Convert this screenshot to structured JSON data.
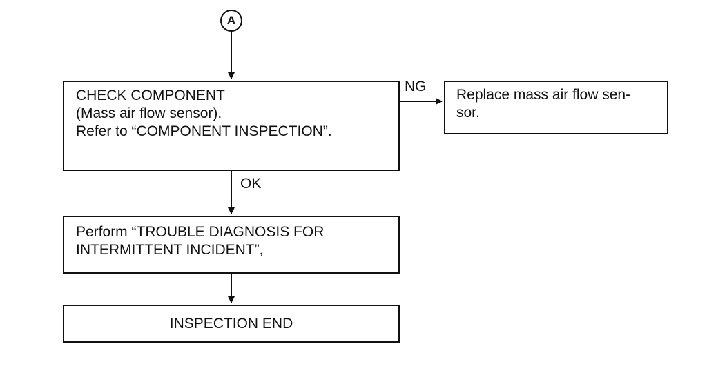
{
  "connector": {
    "label": "A"
  },
  "boxes": {
    "check_component": {
      "lines": [
        "CHECK COMPONENT",
        "(Mass air flow sensor).",
        "Refer to “COMPONENT INSPECTION”."
      ]
    },
    "replace_sensor": {
      "lines": [
        "Replace mass air flow sen-",
        "sor."
      ]
    },
    "perform_diagnosis": {
      "lines": [
        "Perform “TROUBLE DIAGNOSIS FOR",
        "INTERMITTENT INCIDENT”,"
      ]
    },
    "inspection_end": {
      "label": "INSPECTION END"
    }
  },
  "edges": {
    "ng_label": "NG",
    "ok_label": "OK"
  },
  "colors": {
    "ink": "#111111",
    "background": "#ffffff"
  }
}
